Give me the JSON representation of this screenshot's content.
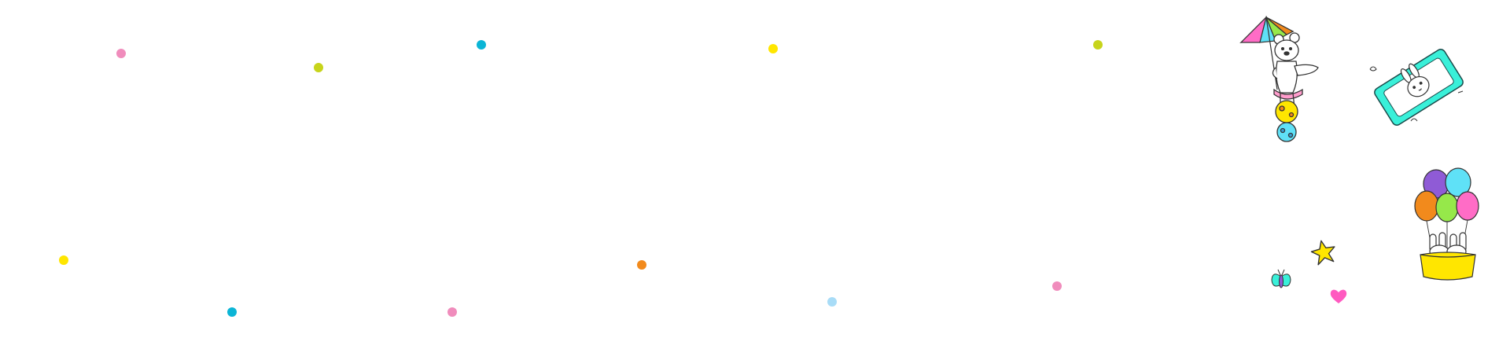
{
  "palette": {
    "pink": "#f08cbc",
    "lime": "#c7d41b",
    "teal": "#0bb5d6",
    "yellow": "#ffe600",
    "orange": "#f28a1c",
    "light_blue": "#a8dcf7",
    "aqua": "#39f0d9",
    "purple": "#8f5bd6",
    "sky": "#5fe1f7",
    "green": "#96e84a",
    "magenta": "#ff6cc6",
    "heart_pink": "#ff5ac0"
  },
  "decorations": [
    {
      "name": "bear-on-ball-with-umbrella",
      "icon": "bear-umbrella-illustration"
    },
    {
      "name": "rabbit-sign",
      "icon": "rabbit-card-illustration"
    },
    {
      "name": "balloon-basket",
      "icon": "balloons-basket-illustration"
    },
    {
      "name": "butterfly",
      "icon": "butterfly-icon"
    },
    {
      "name": "star",
      "icon": "star-icon"
    },
    {
      "name": "heart",
      "icon": "heart-icon"
    }
  ]
}
